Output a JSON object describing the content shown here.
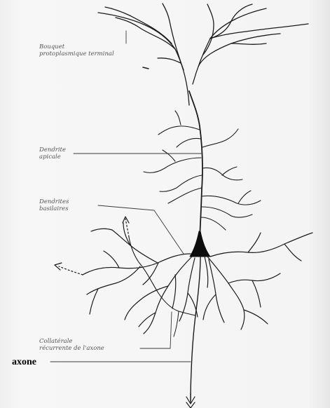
{
  "figure": {
    "labels": {
      "bouquet": [
        "Bouquet",
        "protoplasmique terminal"
      ],
      "apicale": [
        "Dendrite",
        "apicale"
      ],
      "basilaires": [
        "Dendrites",
        "basilaires"
      ],
      "collaterale": [
        "Collatérale",
        "récurrente de l'axone"
      ],
      "axone": "axone"
    },
    "colors": {
      "ink": "#1c1c1c",
      "label_text": "#555555",
      "background": "#f4f4f4"
    }
  }
}
